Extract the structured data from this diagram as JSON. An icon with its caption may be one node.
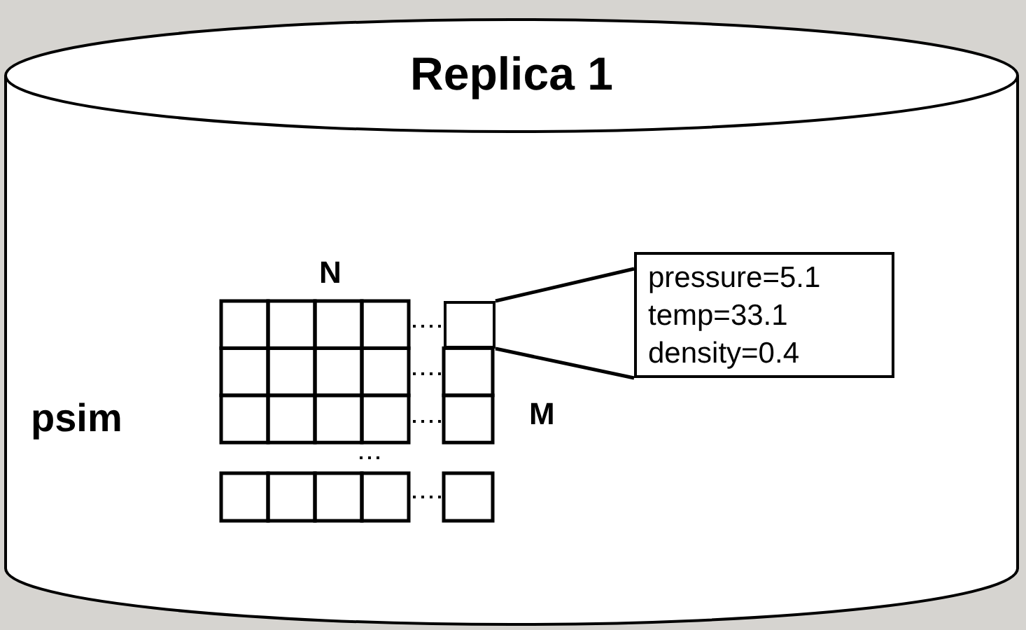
{
  "diagram": {
    "nodes": [
      {
        "text": [
          "Replica 1"
        ]
      },
      {
        "text": [
          "pressure=5.1 temp=33.1 density=0.4"
        ],
        "in": 0
      },
      {
        "text": [],
        "shape": "box",
        "in": 0
      }
    ],
    "edges": [
      {
        "from": 1,
        "to": 2,
        "arrow": "none"
      }
    ],
    "labels": [
      "psim",
      "N",
      "M"
    ]
  }
}
